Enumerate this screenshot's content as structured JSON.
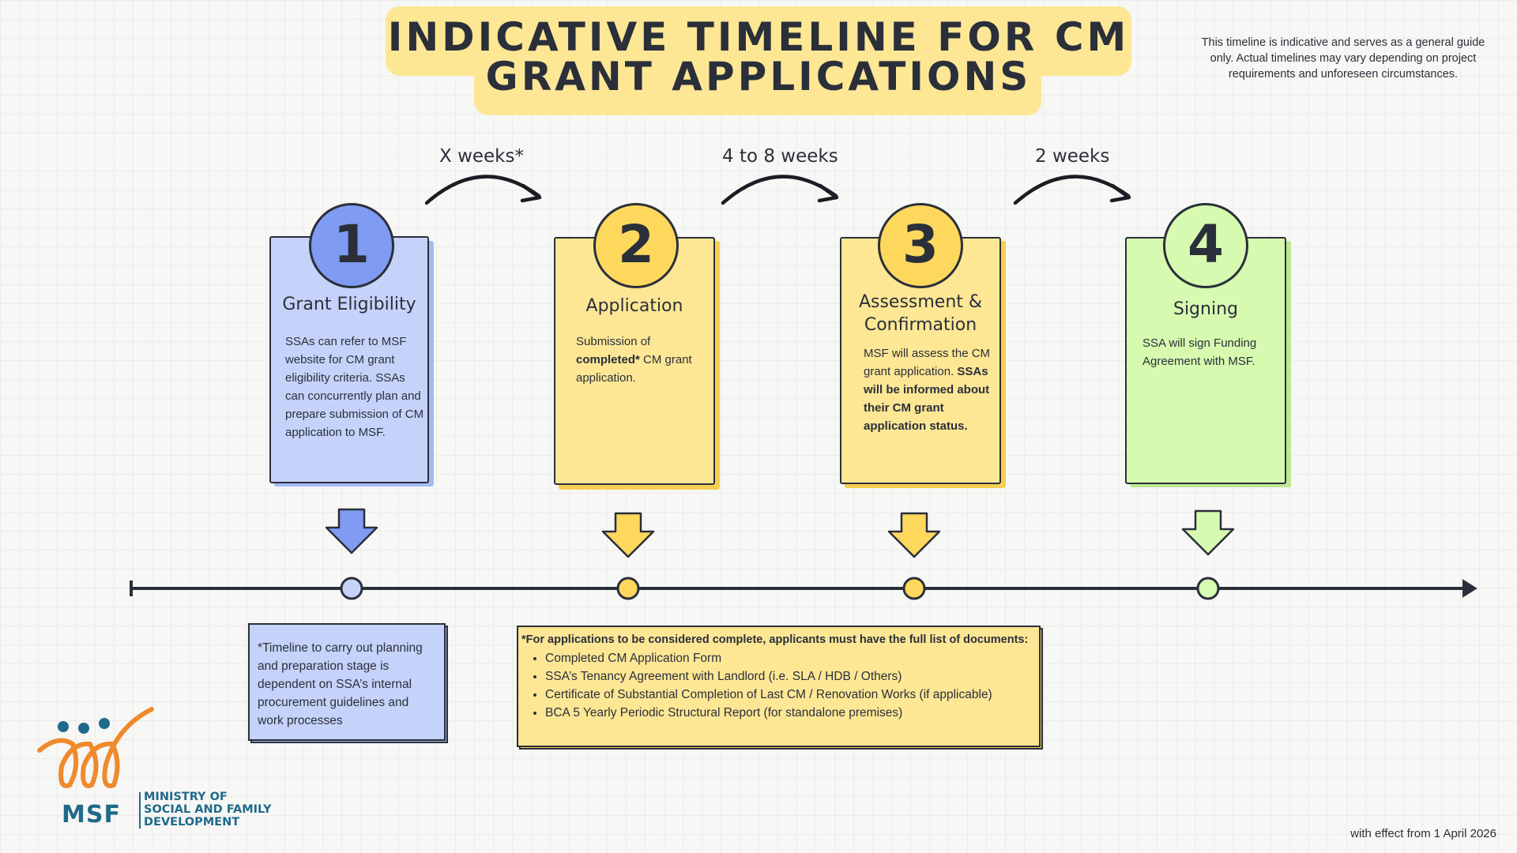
{
  "header": {
    "title_line1": "INDICATIVE TIMELINE FOR CM",
    "title_line2": "GRANT APPLICATIONS",
    "disclaimer": "This timeline is indicative and serves as a general guide only. Actual timelines may vary depending on project requirements and unforeseen circumstances.",
    "title_bg_color": "#fde795"
  },
  "durations": [
    "X weeks*",
    "4 to 8 weeks",
    "2 weeks"
  ],
  "steps": [
    {
      "number": "1",
      "title": "Grant Eligibility",
      "body": "SSAs can refer to MSF website for CM grant eligibility criteria. SSAs can concurrently plan and prepare submission of CM application to MSF.",
      "card_color": "#c5d3fa",
      "accent_color": "#7f9bf2"
    },
    {
      "number": "2",
      "title": "Application",
      "body_pre": "Submission of ",
      "body_bold": "completed*",
      "body_post": " CM grant application.",
      "card_color": "#fde795",
      "accent_color": "#fdd85d"
    },
    {
      "number": "3",
      "title": "Assessment & Confirmation",
      "body_pre": "MSF will assess the CM grant application. ",
      "body_bold": "SSAs will be informed about their CM grant application status.",
      "card_color": "#fde795",
      "accent_color": "#fdd85d"
    },
    {
      "number": "4",
      "title": "Signing",
      "body": "SSA will sign Funding Agreement with MSF.",
      "card_color": "#d6fab0",
      "accent_color": "#d6fab0"
    }
  ],
  "notes": {
    "planning": "*Timeline to carry out planning and preparation stage is dependent on SSA’s internal procurement guidelines and work processes",
    "documents_heading": "*For applications to be considered complete, applicants must have the full list of documents:",
    "documents": [
      "Completed CM Application Form",
      "SSA’s Tenancy Agreement with Landlord (i.e. SLA / HDB / Others)",
      "Certificate of Substantial Completion of Last CM / Renovation Works (if applicable)",
      "BCA 5 Yearly Periodic Structural Report (for standalone premises)"
    ]
  },
  "footer": {
    "effective": "with effect from 1 April 2026"
  },
  "logo": {
    "abbr": "MSF",
    "line1": "MINISTRY OF",
    "line2": "SOCIAL AND FAMILY",
    "line3": "DEVELOPMENT"
  },
  "colors": {
    "ink": "#2b2f3a",
    "logo_orange": "#ef8a2c",
    "logo_blue": "#1f6a8a"
  }
}
